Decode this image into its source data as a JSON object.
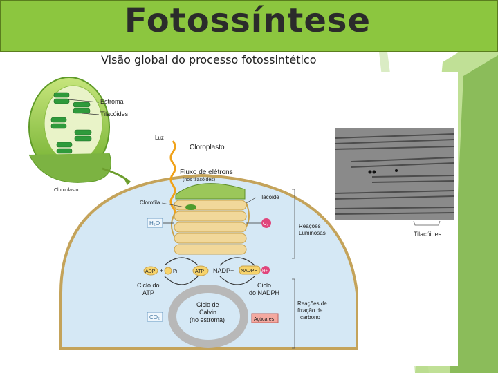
{
  "header": {
    "title": "Fotossíntese",
    "subtitle": "Visão global do processo fotossintético"
  },
  "diagram": {
    "labels": {
      "estroma": "Estroma",
      "tilacoides_top": "Tilacóides",
      "cloroplasto_small": "Cloroplasto",
      "luz": "Luz",
      "cloroplasto": "Cloroplasto",
      "fluxo": "Fluxo de elétrons",
      "fluxo_sub": "(nos tilacóides)",
      "clorofila": "Clorofila",
      "tilacoide": "Tilacóide",
      "h2o": "H₂O",
      "o2": "O₂",
      "reacoes_luminosas_1": "Reações",
      "reacoes_luminosas_2": "Luminosas",
      "adp": "ADP",
      "plus": "+",
      "pi": "Pi",
      "atp": "ATP",
      "nadp": "NADP+",
      "nadph": "NADPH",
      "h_plus": "H+",
      "ciclo_atp_1": "Ciclo do",
      "ciclo_atp_2": "ATP",
      "ciclo_nadph_1": "Ciclo",
      "ciclo_nadph_2": "do NADPH",
      "calvin_1": "Ciclo de",
      "calvin_2": "Calvin",
      "calvin_3": "(no estroma)",
      "co2": "CO₂",
      "acucares": "Açúcares",
      "fixacao_1": "Reações de",
      "fixacao_2": "fixação de",
      "fixacao_3": "carbono",
      "tilacoides_photo": "Tilacóides"
    }
  },
  "colors": {
    "header_green": "#8cc63f",
    "stroma_blue": "#cfe3f2",
    "thylakoid_yellow": "#f1d89a",
    "thylakoid_green": "#7cb342",
    "o2_red": "#e0457b",
    "sugar_red": "#f4a9a0"
  }
}
